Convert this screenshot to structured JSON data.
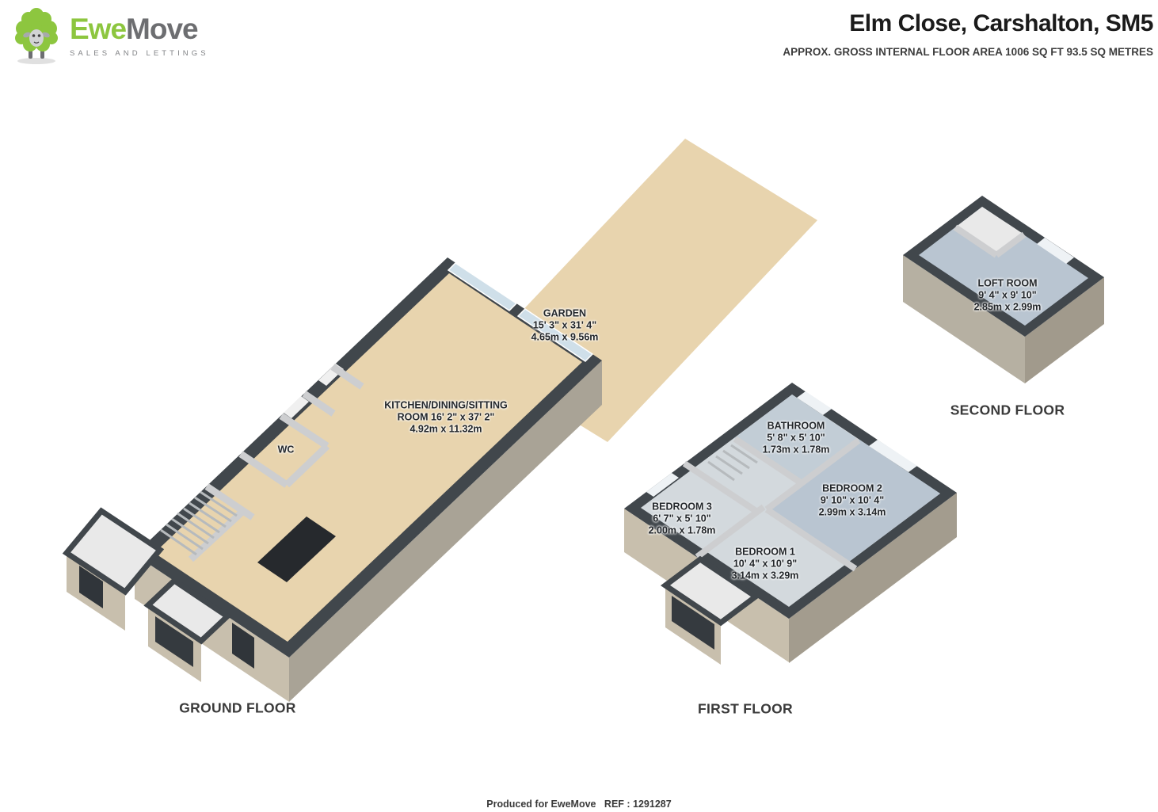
{
  "header": {
    "logo": {
      "brand_ewe": "Ewe",
      "brand_move": "Move",
      "tagline": "SALES AND LETTINGS"
    },
    "title": "Elm Close, Carshalton, SM5",
    "subtitle": "APPROX. GROSS INTERNAL FLOOR AREA 1006 SQ FT 93.5 SQ METRES"
  },
  "ground_floor": {
    "label": "GROUND FLOOR",
    "garden": {
      "name": "GARDEN",
      "imperial": "15' 3\" x 31' 4\"",
      "metric": "4.65m x 9.56m"
    },
    "kitchen": {
      "name": "KITCHEN/DINING/SITTING ROOM",
      "imperial": "16' 2\" x 37' 2\"",
      "metric": "4.92m x 11.32m"
    },
    "wc": {
      "name": "WC"
    }
  },
  "first_floor": {
    "label": "FIRST FLOOR",
    "bathroom": {
      "name": "BATHROOM",
      "imperial": "5' 8\" x 5' 10\"",
      "metric": "1.73m x 1.78m"
    },
    "bedroom2": {
      "name": "BEDROOM 2",
      "imperial": "9' 10\" x 10' 4\"",
      "metric": "2.99m x 3.14m"
    },
    "bedroom3": {
      "name": "BEDROOM 3",
      "imperial": "6' 7\" x 5' 10\"",
      "metric": "2.00m x 1.78m"
    },
    "bedroom1": {
      "name": "BEDROOM 1",
      "imperial": "10' 4\" x 10' 9\"",
      "metric": "3.14m x 3.29m"
    }
  },
  "second_floor": {
    "label": "SECOND FLOOR",
    "loft": {
      "name": "LOFT ROOM",
      "imperial": "9' 4\" x 9' 10\"",
      "metric": "2.85m x 2.99m"
    }
  },
  "footer": {
    "text": "Produced for EweMove   REF : 1291287"
  }
}
